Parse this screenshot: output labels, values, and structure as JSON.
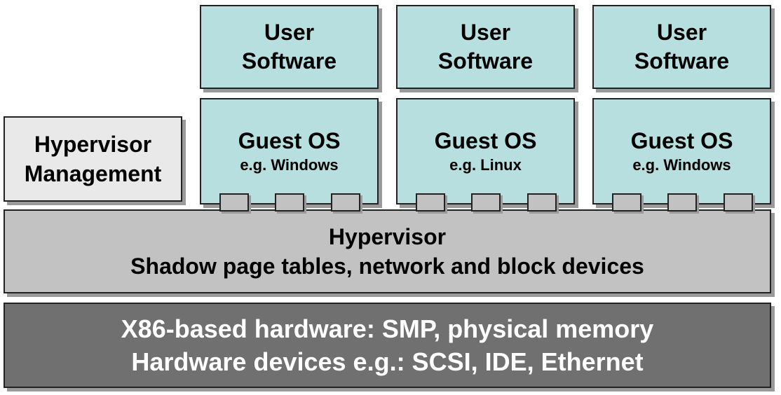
{
  "user_software": [
    {
      "line1": "User",
      "line2": "Software"
    },
    {
      "line1": "User",
      "line2": "Software"
    },
    {
      "line1": "User",
      "line2": "Software"
    }
  ],
  "guest_os": [
    {
      "title": "Guest OS",
      "subtitle": "e.g. Windows"
    },
    {
      "title": "Guest OS",
      "subtitle": "e.g. Linux"
    },
    {
      "title": "Guest OS",
      "subtitle": "e.g. Windows"
    }
  ],
  "management": {
    "line1": "Hypervisor",
    "line2": "Management"
  },
  "hypervisor": {
    "line1": "Hypervisor",
    "line2": "Shadow page tables, network and block devices"
  },
  "hardware": {
    "line1": "X86-based hardware: SMP, physical memory",
    "line2": "Hardware devices e.g.: SCSI, IDE, Ethernet"
  },
  "colors": {
    "guest": "#b7dfe0",
    "management": "#e9e9e9",
    "hypervisor": "#c2c2c2",
    "hardware": "#707070",
    "hardware_text": "#ffffff"
  }
}
